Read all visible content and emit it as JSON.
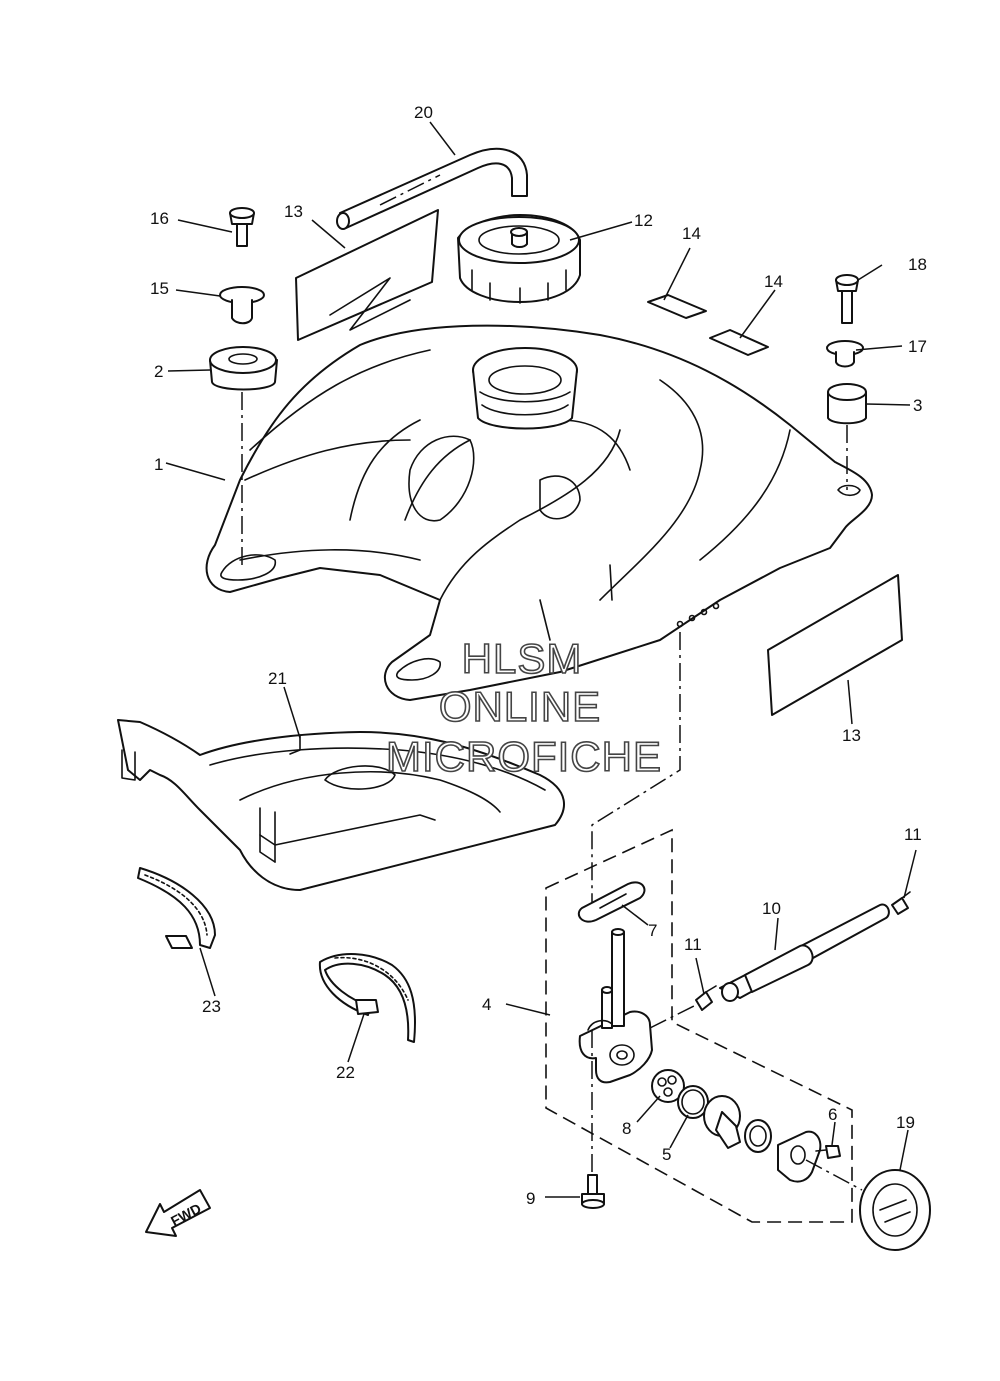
{
  "diagram": {
    "callouts": {
      "c1": "1",
      "c2": "2",
      "c3": "3",
      "c4": "4",
      "c5": "5",
      "c6": "6",
      "c7": "7",
      "c8": "8",
      "c9": "9",
      "c10": "10",
      "c11a": "11",
      "c11b": "11",
      "c12": "12",
      "c13a": "13",
      "c13b": "13",
      "c14a": "14",
      "c14b": "14",
      "c15": "15",
      "c16": "16",
      "c17": "17",
      "c18": "18",
      "c19": "19",
      "c20": "20",
      "c21": "21",
      "c22": "22",
      "c23": "23"
    },
    "watermark": {
      "line1": "HLSM",
      "line2": "ONLINE",
      "line3": "MICROFICHE"
    },
    "direction_label": "FWD"
  }
}
